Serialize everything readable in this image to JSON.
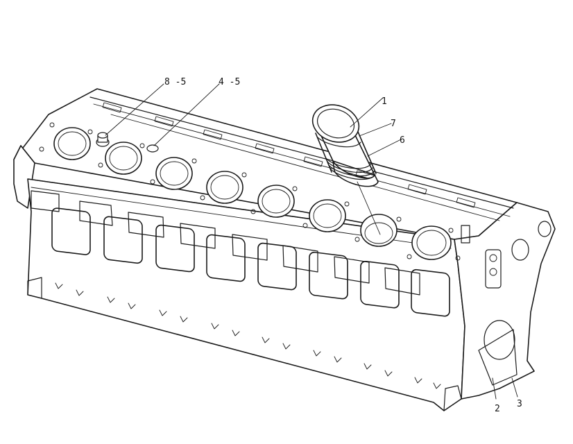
{
  "diagram": {
    "callouts": [
      {
        "id": "8-5",
        "label": "8 -5"
      },
      {
        "id": "4-5",
        "label": "4 -5"
      },
      {
        "id": "1",
        "label": "1"
      },
      {
        "id": "7",
        "label": "7"
      },
      {
        "id": "6",
        "label": "6"
      },
      {
        "id": "2",
        "label": "2"
      },
      {
        "id": "3",
        "label": "3"
      }
    ]
  }
}
